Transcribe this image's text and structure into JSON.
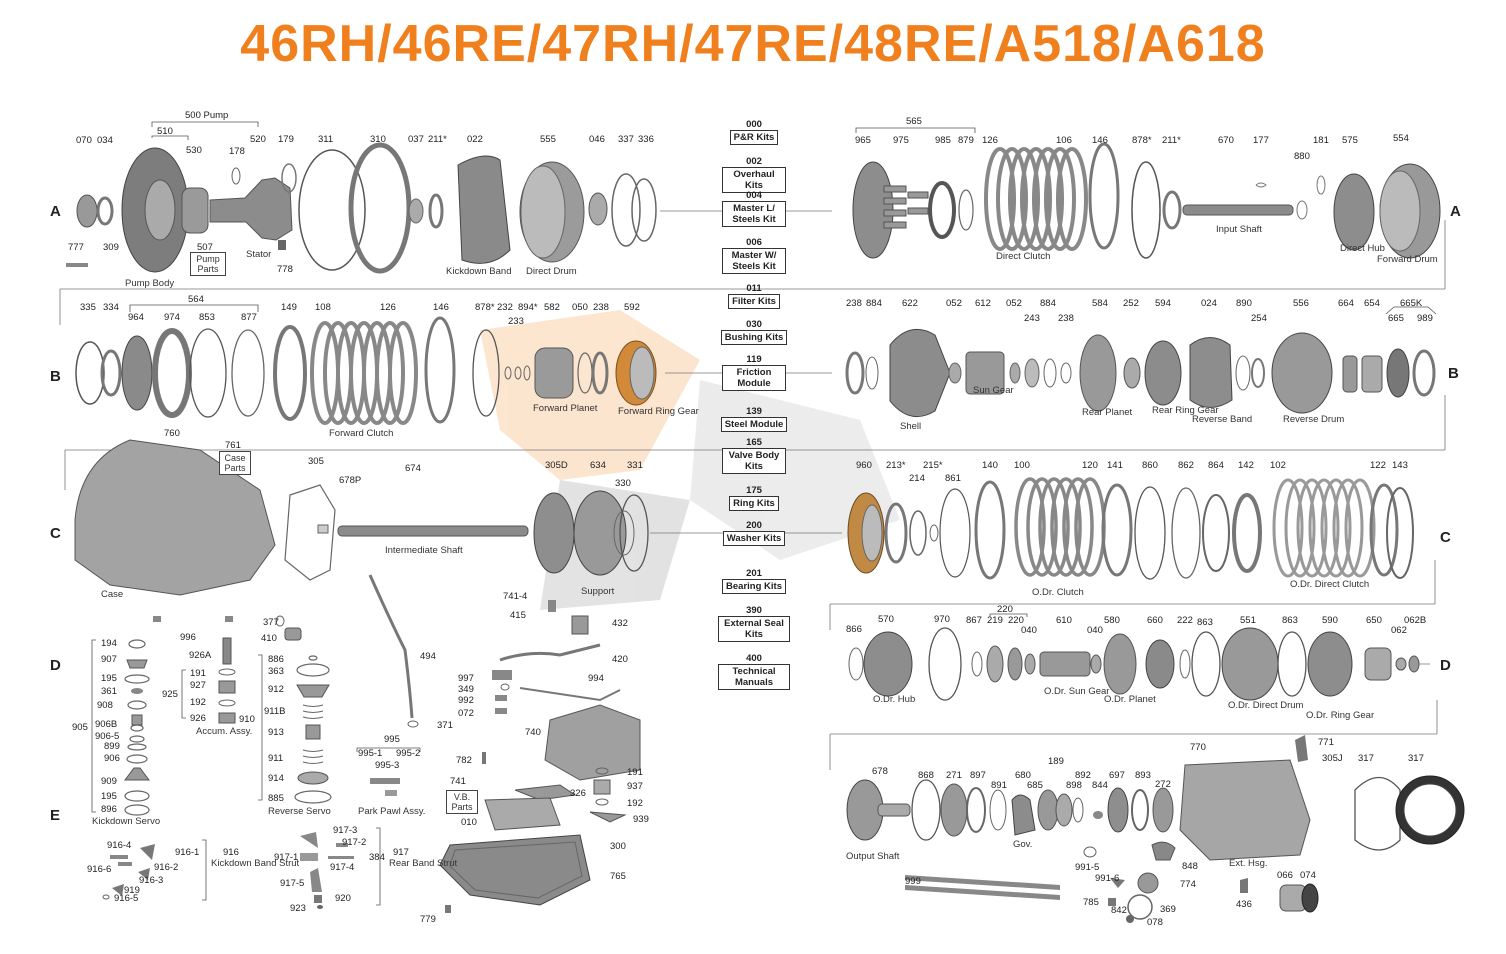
{
  "title": "46RH/46RE/47RH/47RE/48RE/A518/A618",
  "colors": {
    "title": "#f07f1e",
    "watermark": "#f5a654",
    "part": "#8f8f8f",
    "part_dark": "#4a4a4a",
    "line": "#666666"
  },
  "rows": [
    "A",
    "B",
    "C",
    "D",
    "E"
  ],
  "kits": [
    {
      "code": "000",
      "label": "P&R Kits"
    },
    {
      "code": "002",
      "label": "Overhaul Kits"
    },
    {
      "code": "004",
      "label": "Master L/ Steels Kit"
    },
    {
      "code": "006",
      "label": "Master W/ Steels Kit"
    },
    {
      "code": "011",
      "label": "Filter Kits"
    },
    {
      "code": "030",
      "label": "Bushing Kits"
    },
    {
      "code": "119",
      "label": "Friction Module"
    },
    {
      "code": "139",
      "label": "Steel Module"
    },
    {
      "code": "165",
      "label": "Valve Body Kits"
    },
    {
      "code": "175",
      "label": "Ring Kits"
    },
    {
      "code": "200",
      "label": "Washer Kits"
    },
    {
      "code": "201",
      "label": "Bearing Kits"
    },
    {
      "code": "390",
      "label": "External Seal Kits"
    },
    {
      "code": "400",
      "label": "Technical Manuals"
    }
  ],
  "boxed_labels": {
    "pump_parts": "Pump Parts",
    "case_parts": "Case Parts",
    "vb_parts": "V.B. Parts"
  },
  "row_a_left": {
    "numbers": [
      "070",
      "034",
      "510",
      "530",
      "178",
      "520",
      "179",
      "311",
      "310",
      "037",
      "211*",
      "022",
      "555",
      "046",
      "337",
      "336",
      "777",
      "309",
      "507",
      "778",
      "500 Pump"
    ],
    "names": [
      "Pump Body",
      "Stator",
      "Kickdown Band",
      "Direct Drum"
    ]
  },
  "row_a_right": {
    "numbers": [
      "565",
      "965",
      "975",
      "985",
      "879",
      "126",
      "106",
      "146",
      "878*",
      "211*",
      "670",
      "177",
      "880",
      "181",
      "575",
      "554"
    ],
    "names": [
      "Direct Clutch",
      "Input Shaft",
      "Direct Hub",
      "Forward Drum"
    ]
  },
  "row_b_left": {
    "numbers": [
      "335",
      "334",
      "564",
      "964",
      "974",
      "853",
      "877",
      "149",
      "108",
      "126",
      "146",
      "878*",
      "232",
      "894*",
      "233",
      "582",
      "050",
      "238",
      "592"
    ],
    "names": [
      "Forward Clutch",
      "Forward Planet",
      "Forward Ring Gear"
    ]
  },
  "row_b_right": {
    "numbers": [
      "238",
      "884",
      "622",
      "052",
      "612",
      "052",
      "243",
      "884",
      "238",
      "584",
      "252",
      "594",
      "024",
      "890",
      "254",
      "556",
      "664",
      "654",
      "665K",
      "665",
      "989"
    ],
    "names": [
      "Shell",
      "Sun Gear",
      "Rear Planet",
      "Rear Ring Gear",
      "Reverse Band",
      "Reverse Drum"
    ]
  },
  "row_c_left": {
    "numbers": [
      "760",
      "761",
      "305",
      "678P",
      "674",
      "305D",
      "634",
      "331",
      "330"
    ],
    "names": [
      "Case",
      "Intermediate Shaft",
      "Support"
    ]
  },
  "row_c_right": {
    "numbers": [
      "960",
      "213*",
      "215*",
      "214",
      "861",
      "140",
      "100",
      "120",
      "141",
      "860",
      "862",
      "864",
      "142",
      "102",
      "122",
      "143"
    ],
    "names": [
      "O.Dr. Clutch",
      "O.Dr. Direct Clutch"
    ]
  },
  "row_d_left": {
    "numbers": [
      "996",
      "377",
      "410",
      "926A",
      "191",
      "927",
      "925",
      "192",
      "926",
      "910",
      "194",
      "907",
      "195",
      "361",
      "908",
      "906B",
      "906-5",
      "899",
      "906",
      "909",
      "195",
      "896",
      "905",
      "886",
      "363",
      "912",
      "911B",
      "913",
      "911",
      "914",
      "885",
      "494",
      "371",
      "995",
      "995-1",
      "995-2",
      "995-3",
      "741-4",
      "415",
      "432",
      "420",
      "997",
      "349",
      "992",
      "072",
      "994",
      "740",
      "782",
      "191",
      "937",
      "326",
      "192",
      "939",
      "741",
      "010",
      "300",
      "765",
      "779"
    ],
    "names": [
      "Accum. Assy.",
      "Kickdown Servo",
      "Reverse Servo",
      "Park Pawl Assy."
    ]
  },
  "row_d_right": {
    "numbers": [
      "866",
      "570",
      "970",
      "867",
      "219",
      "220",
      "220",
      "040",
      "610",
      "040",
      "580",
      "660",
      "222",
      "863",
      "551",
      "863",
      "590",
      "650",
      "062",
      "062B"
    ],
    "names": [
      "O.Dr. Hub",
      "O.Dr. Sun Gear",
      "O.Dr. Planet",
      "O.Dr. Direct Drum",
      "O.Dr. Ring Gear"
    ]
  },
  "row_e_left": {
    "numbers": [
      "916-4",
      "916-1",
      "916-6",
      "916-2",
      "916-3",
      "919",
      "916-5",
      "916",
      "917-3",
      "917-2",
      "917-1",
      "917-4",
      "384",
      "917-5",
      "920",
      "923",
      "917"
    ],
    "names": [
      "Kickdown Band Strut",
      "Rear Band Strut"
    ]
  },
  "row_e_right": {
    "numbers": [
      "678",
      "868",
      "271",
      "897",
      "891",
      "680",
      "685",
      "189",
      "898",
      "892",
      "844",
      "697",
      "893",
      "272",
      "770",
      "771",
      "305J",
      "317",
      "317",
      "991-5",
      "991-6",
      "848",
      "774",
      "785",
      "842",
      "369",
      "078",
      "999",
      "066",
      "074",
      "436"
    ],
    "names": [
      "Output Shaft",
      "Gov.",
      "Ext. Hsg."
    ]
  }
}
